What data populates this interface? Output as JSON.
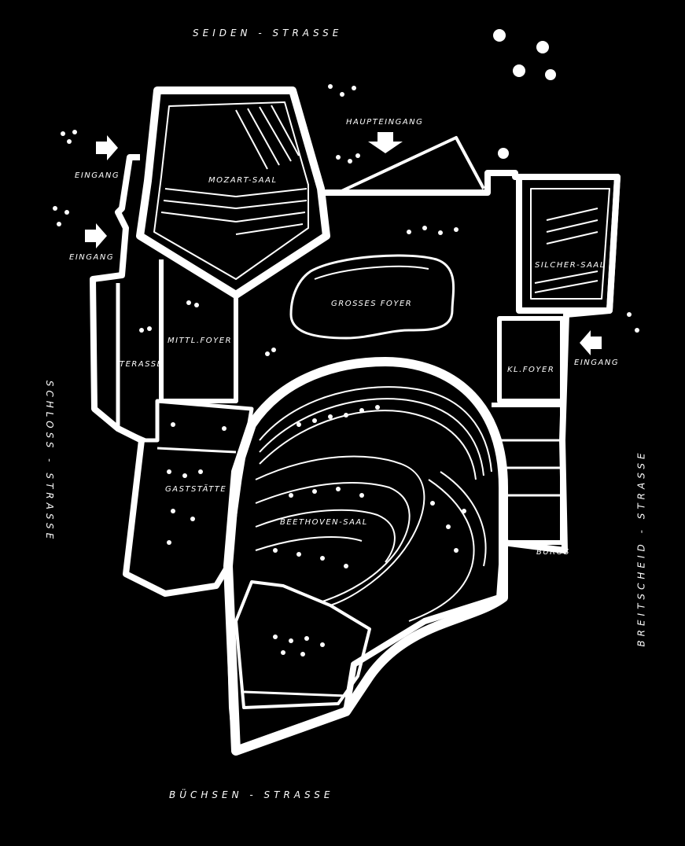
{
  "streets": {
    "top": "SEIDEN - STRASSE",
    "bottom": "BÜCHSEN - STRASSE",
    "left": "SCHLOSS - STRASSE",
    "right": "BREITSCHEID - STRASSE"
  },
  "rooms": {
    "mozart": "MOZART-SAAL",
    "silcher": "SILCHER-SAAL",
    "grosses_foyer": "GROSSES FOYER",
    "mittl_foyer": "MITTL.FOYER",
    "kl_foyer": "KL.FOYER",
    "terasse": "TERASSE",
    "gaststaette": "GASTSTÄTTE",
    "beethoven": "BEETHOVEN-SAAL",
    "bueros": "BÜROS"
  },
  "entrances": {
    "haupteingang": "HAUPTEINGANG",
    "eingang_left_1": "EINGANG",
    "eingang_left_2": "EINGANG",
    "eingang_right": "EINGANG"
  },
  "colors": {
    "background": "#000000",
    "ink": "#ffffff"
  }
}
